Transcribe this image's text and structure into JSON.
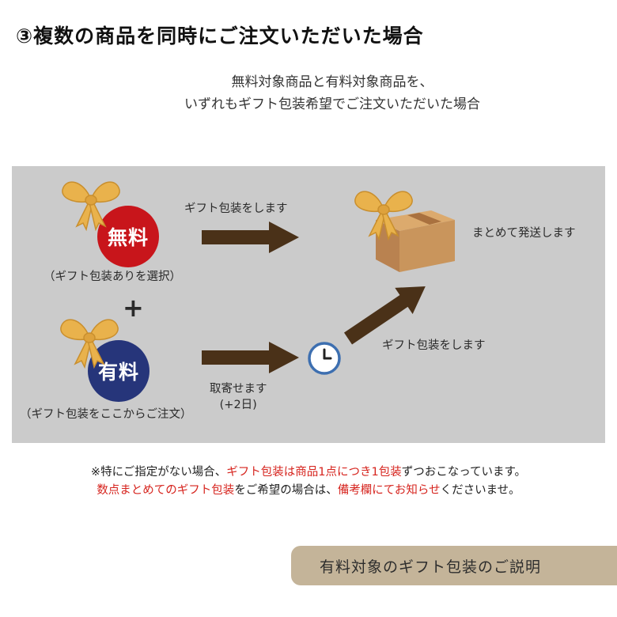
{
  "header": {
    "title": "③複数の商品を同時にご注文いただいた場合",
    "subtitle_line1": "無料対象商品と有料対象商品を、",
    "subtitle_line2": "いずれもギフト包装希望でご注文いただいた場合"
  },
  "diagram": {
    "free_badge": "無料",
    "free_caption": "（ギフト包装ありを選択）",
    "plus": "+",
    "paid_badge": "有料",
    "paid_caption": "（ギフト包装をここからご注文）",
    "arrow1_label": "ギフト包装をします",
    "arrow2_label_line1": "取寄せます",
    "arrow2_label_line2": "(+2日)",
    "arrow3_label": "ギフト包装をします",
    "ship_label": "まとめて発送します"
  },
  "note": {
    "line1_a": "※特にご指定がない場合、",
    "line1_b": "ギフト包装は商品1点につき1包装",
    "line1_c": "ずつおこなっています。",
    "line2_a": "数点まとめてのギフト包装",
    "line2_b": "をご希望の場合は、",
    "line2_c": "備考欄にてお知らせ",
    "line2_d": "くださいませ。"
  },
  "footer": {
    "tab_label": "有料対象のギフト包装のご説明"
  },
  "colors": {
    "panel": "#cbcbcb",
    "free_badge": "#c8151b",
    "paid_badge": "#26357a",
    "arrow": "#4a3118",
    "bow": "#e9b24c",
    "box": "#c9955c",
    "accent_red": "#d6231d",
    "tab": "#c4b499"
  },
  "icons": [
    "ribbon-bow-icon",
    "cardboard-box-icon",
    "clock-icon",
    "arrow-right-icon"
  ]
}
